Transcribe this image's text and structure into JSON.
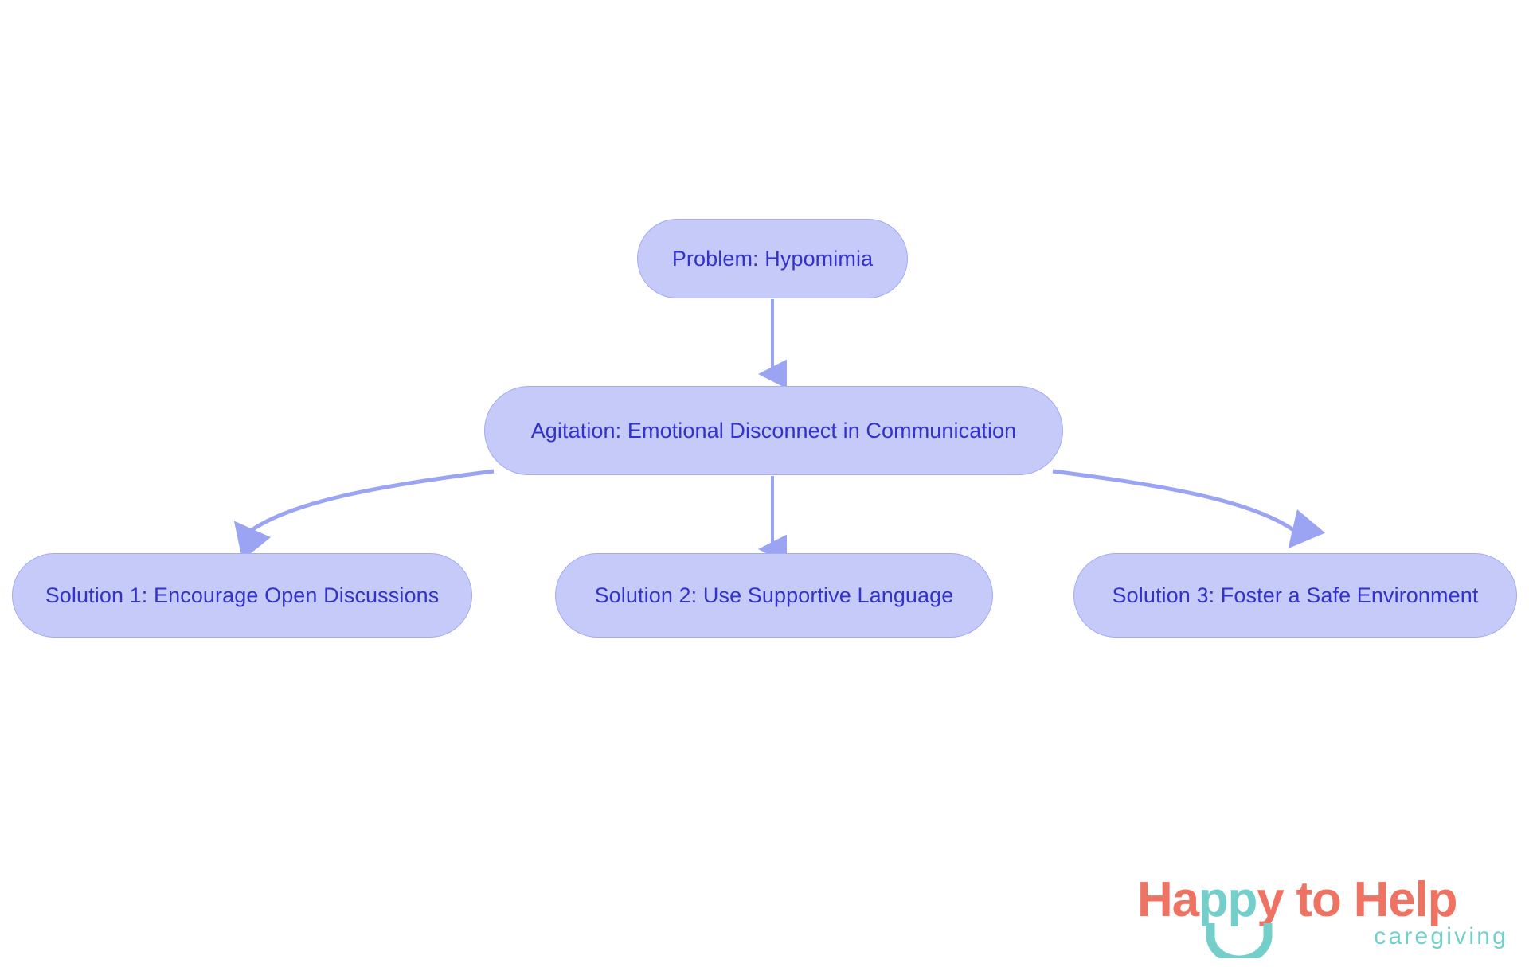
{
  "diagram": {
    "type": "flowchart",
    "orientation": "top-down",
    "background_color": "#ffffff",
    "node_fill_color": "#c5caf9",
    "node_border_color": "#a3abf2",
    "node_text_color": "#3333cc",
    "edge_color": "#9aa4f2",
    "nodes": [
      {
        "id": "problem",
        "label": "Problem: Hypomimia",
        "level": 0
      },
      {
        "id": "agitation",
        "label": "Agitation: Emotional Disconnect in Communication",
        "level": 1
      },
      {
        "id": "solution1",
        "label": "Solution 1: Encourage Open Discussions",
        "level": 2
      },
      {
        "id": "solution2",
        "label": "Solution 2: Use Supportive Language",
        "level": 2
      },
      {
        "id": "solution3",
        "label": "Solution 3: Foster a Safe Environment",
        "level": 2
      }
    ],
    "edges": [
      {
        "from": "problem",
        "to": "agitation",
        "style": "straight",
        "arrowhead": "triangle"
      },
      {
        "from": "agitation",
        "to": "solution1",
        "style": "curved",
        "arrowhead": "triangle"
      },
      {
        "from": "agitation",
        "to": "solution2",
        "style": "straight",
        "arrowhead": "triangle"
      },
      {
        "from": "agitation",
        "to": "solution3",
        "style": "curved",
        "arrowhead": "triangle"
      }
    ]
  },
  "logo": {
    "word_1": "Ha",
    "word_2": "pp",
    "word_3": "y to He",
    "word_4": "l",
    "word_5": "p",
    "tagline": "caregiving",
    "coral_color": "#ef7363",
    "teal_color": "#74cfcb"
  }
}
